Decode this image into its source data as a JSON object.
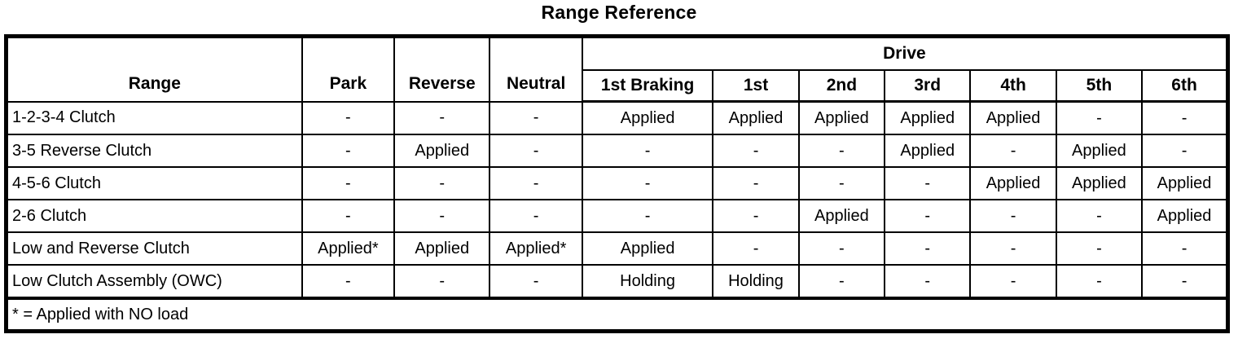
{
  "title": "Range Reference",
  "table": {
    "header": {
      "range": "Range",
      "park": "Park",
      "reverse": "Reverse",
      "neutral": "Neutral",
      "drive": "Drive",
      "drive_columns": [
        "1st Braking",
        "1st",
        "2nd",
        "3rd",
        "4th",
        "5th",
        "6th"
      ]
    },
    "rows": [
      {
        "label": "1-2-3-4 Clutch",
        "cells": [
          "-",
          "-",
          "-",
          "Applied",
          "Applied",
          "Applied",
          "Applied",
          "Applied",
          "-",
          "-"
        ]
      },
      {
        "label": "3-5 Reverse Clutch",
        "cells": [
          "-",
          "Applied",
          "-",
          "-",
          "-",
          "-",
          "Applied",
          "-",
          "Applied",
          "-"
        ]
      },
      {
        "label": "4-5-6 Clutch",
        "cells": [
          "-",
          "-",
          "-",
          "-",
          "-",
          "-",
          "-",
          "Applied",
          "Applied",
          "Applied"
        ]
      },
      {
        "label": "2-6 Clutch",
        "cells": [
          "-",
          "-",
          "-",
          "-",
          "-",
          "Applied",
          "-",
          "-",
          "-",
          "Applied"
        ]
      },
      {
        "label": "Low and Reverse Clutch",
        "cells": [
          "Applied*",
          "Applied",
          "Applied*",
          "Applied",
          "-",
          "-",
          "-",
          "-",
          "-",
          "-"
        ]
      },
      {
        "label": "Low Clutch Assembly (OWC)",
        "cells": [
          "-",
          "-",
          "-",
          "Holding",
          "Holding",
          "-",
          "-",
          "-",
          "-",
          "-"
        ]
      }
    ],
    "footnote": "* = Applied with NO load"
  },
  "colors": {
    "text": "#000000",
    "border": "#000000",
    "background": "#ffffff"
  }
}
